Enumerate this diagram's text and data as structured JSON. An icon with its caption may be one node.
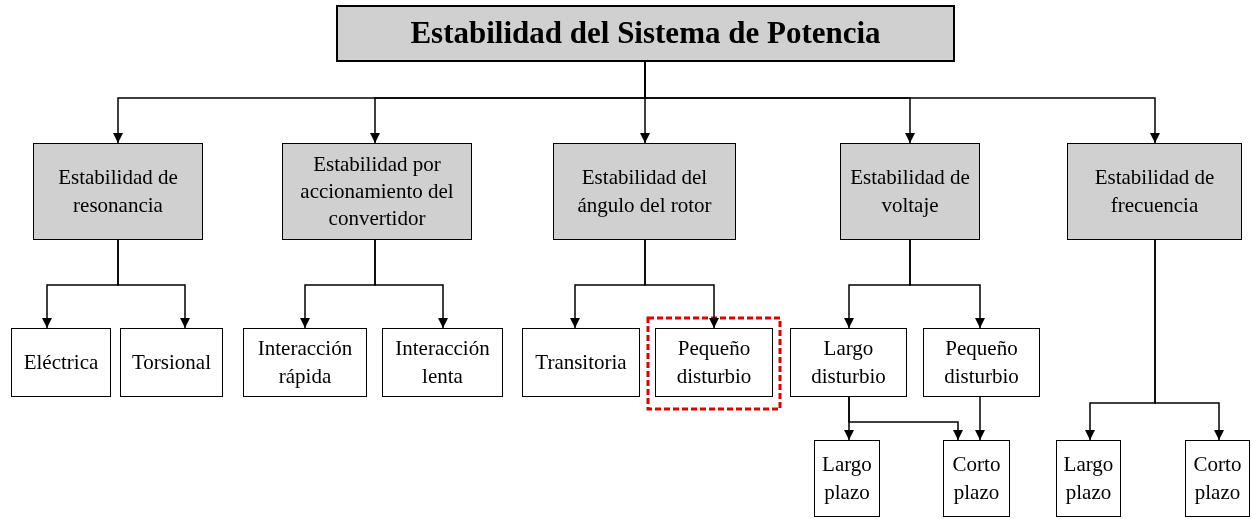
{
  "diagram": {
    "nodes": [
      {
        "text": [
          "Estabilidad del Sistema de Potencia"
        ]
      },
      {
        "text": [
          "Estabilidad de resonancia"
        ]
      },
      {
        "text": [
          "Estabilidad por accionamiento del convertidor"
        ]
      },
      {
        "text": [
          "Estabilidad del ángulo del rotor"
        ]
      },
      {
        "text": [
          "Estabilidad de voltaje"
        ]
      },
      {
        "text": [
          "Estabilidad de frecuencia"
        ]
      },
      {
        "text": [
          "Eléctrica"
        ]
      },
      {
        "text": [
          "Torsional"
        ]
      },
      {
        "text": [
          "Interacción rápida"
        ]
      },
      {
        "text": [
          "Interacción lenta"
        ]
      },
      {
        "text": [
          "Transitoria"
        ]
      },
      {
        "text": [
          "Pequeño disturbio"
        ]
      },
      {
        "text": [
          "Largo disturbio"
        ]
      },
      {
        "text": [
          "Pequeño disturbio"
        ]
      },
      {
        "text": [
          "Largo plazo"
        ]
      },
      {
        "text": [
          "Corto plazo"
        ]
      },
      {
        "text": [
          "Largo plazo"
        ]
      },
      {
        "text": [
          "Corto plazo"
        ]
      }
    ],
    "edges": [
      {
        "from": 0,
        "to": 1,
        "arrow": "to"
      },
      {
        "from": 0,
        "to": 2,
        "arrow": "to"
      },
      {
        "from": 0,
        "to": 3,
        "arrow": "to"
      },
      {
        "from": 0,
        "to": 4,
        "arrow": "to"
      },
      {
        "from": 0,
        "to": 5,
        "arrow": "to"
      },
      {
        "from": 1,
        "to": 6,
        "arrow": "to"
      },
      {
        "from": 1,
        "to": 7,
        "arrow": "to"
      },
      {
        "from": 2,
        "to": 8,
        "arrow": "to"
      },
      {
        "from": 2,
        "to": 9,
        "arrow": "to"
      },
      {
        "from": 3,
        "to": 10,
        "arrow": "to"
      },
      {
        "from": 3,
        "to": 11,
        "arrow": "to"
      },
      {
        "from": 4,
        "to": 12,
        "arrow": "to"
      },
      {
        "from": 4,
        "to": 13,
        "arrow": "to"
      },
      {
        "from": 5,
        "to": 16,
        "arrow": "to"
      },
      {
        "from": 5,
        "to": 17,
        "arrow": "to"
      },
      {
        "from": 12,
        "to": 14,
        "arrow": "to"
      },
      {
        "from": 12,
        "to": 15,
        "arrow": "to"
      },
      {
        "from": 13,
        "to": 15,
        "arrow": "to"
      }
    ]
  }
}
